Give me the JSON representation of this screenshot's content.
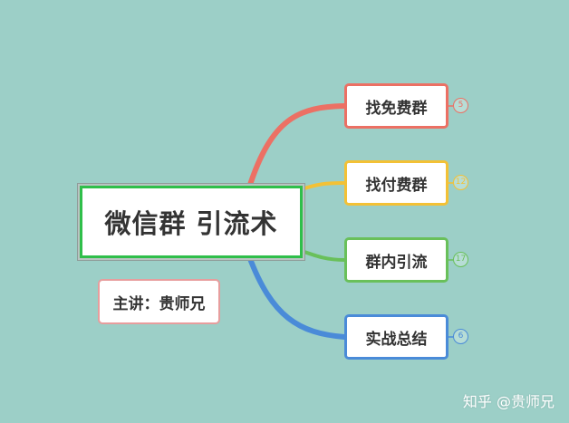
{
  "root": {
    "label": "微信群 引流术"
  },
  "speaker": {
    "label": "主讲：贵师兄"
  },
  "branches": [
    {
      "label": "找免费群",
      "badge": "5",
      "color": "#ec7064"
    },
    {
      "label": "找付费群",
      "badge": "12",
      "color": "#f3c135"
    },
    {
      "label": "群内引流",
      "badge": "17",
      "color": "#69c05a"
    },
    {
      "label": "实战总结",
      "badge": "6",
      "color": "#4a8bd8"
    }
  ],
  "watermark": "知乎 @贵师兄"
}
